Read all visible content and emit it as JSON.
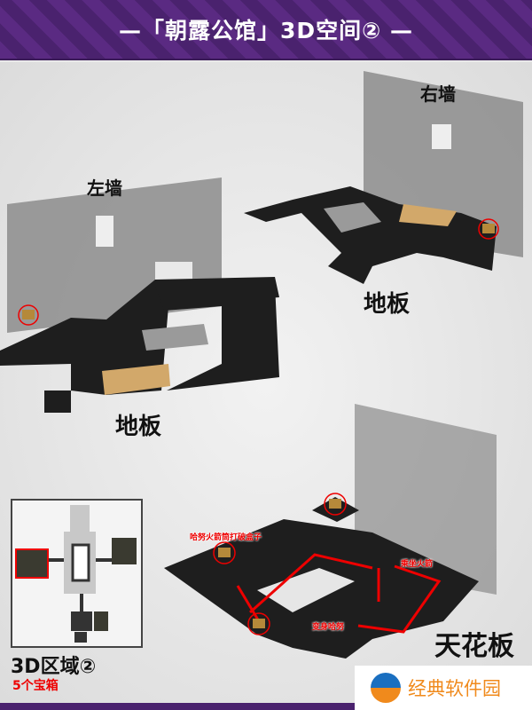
{
  "header": {
    "title": "—「朝露公馆」3D空间② —"
  },
  "labels": {
    "left_wall": "左墙",
    "right_wall": "右墙",
    "floor_right": "地板",
    "floor_left": "地板",
    "ceiling": "天花板"
  },
  "annotations": {
    "bazooka": "哈努火箭筒打破盒子",
    "ride_rocket": "乘坐火箭",
    "transform": "变身哈努"
  },
  "area": {
    "title": "3D区域②",
    "chest_count": "5个宝箱"
  },
  "watermark": "经典软件园",
  "colors": {
    "header": "#4a226e",
    "route": "#e00000",
    "floor": "#1e1e1e",
    "wall": "#8a8a8a"
  }
}
